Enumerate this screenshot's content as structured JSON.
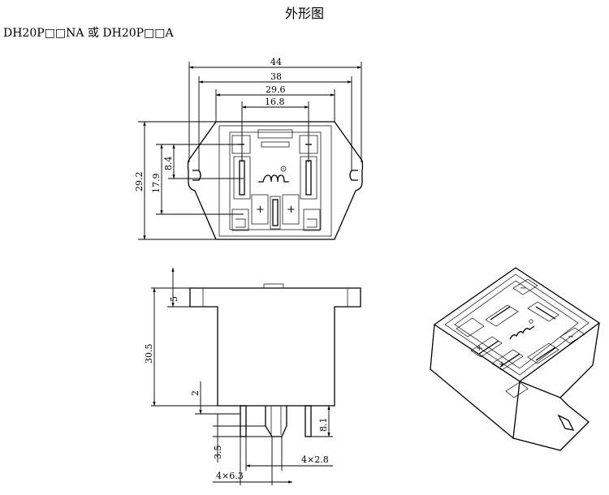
{
  "title": "外形图",
  "model": "DH20P□□NA 或 DH20P□□A",
  "top_view": {
    "dim_44": "44",
    "dim_38": "38",
    "dim_29_6": "29.6",
    "dim_16_8": "16.8",
    "dim_8_4": "8.4",
    "dim_17_9": "17.9",
    "dim_29_2": "29.2",
    "minus_label": "−",
    "plus_label": "+"
  },
  "side_view": {
    "dim_5": "5",
    "dim_30_5": "30.5",
    "dim_2": "2",
    "dim_8_1": "8.1",
    "dim_3_5": "3.5",
    "dim_4x2_8": "4×2.8",
    "dim_4x6_3": "4×6.3"
  },
  "iso_view": {
    "minus_label": "−",
    "plus_label": "+"
  }
}
